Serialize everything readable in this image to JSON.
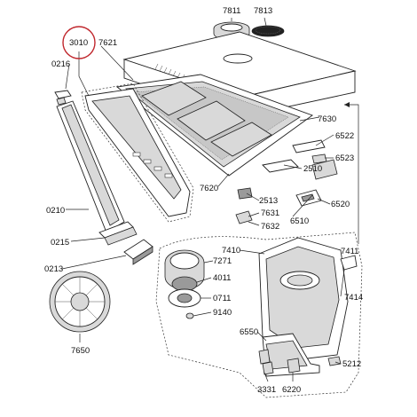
{
  "diagram": {
    "highlighted_part": "3010",
    "highlight_color": "#c0272d",
    "labels": {
      "p7811": "7811",
      "p7813": "7813",
      "p3010": "3010",
      "p7621": "7621",
      "p0216": "0216",
      "p7630": "7630",
      "p6522": "6522",
      "p6523": "6523",
      "p2510": "2510",
      "p2513": "2513",
      "p7620": "7620",
      "p7631": "7631",
      "p6510": "6510",
      "p6520": "6520",
      "p7632": "7632",
      "p0210": "0210",
      "p0215": "0215",
      "p7410": "7410",
      "p7411": "7411",
      "p7271": "7271",
      "p0213": "0213",
      "p4011": "4011",
      "p0711": "0711",
      "p7414": "7414",
      "p9140": "9140",
      "p7650": "7650",
      "p6550": "6550",
      "p5212": "5212",
      "p3331": "3331",
      "p6220": "6220"
    }
  }
}
